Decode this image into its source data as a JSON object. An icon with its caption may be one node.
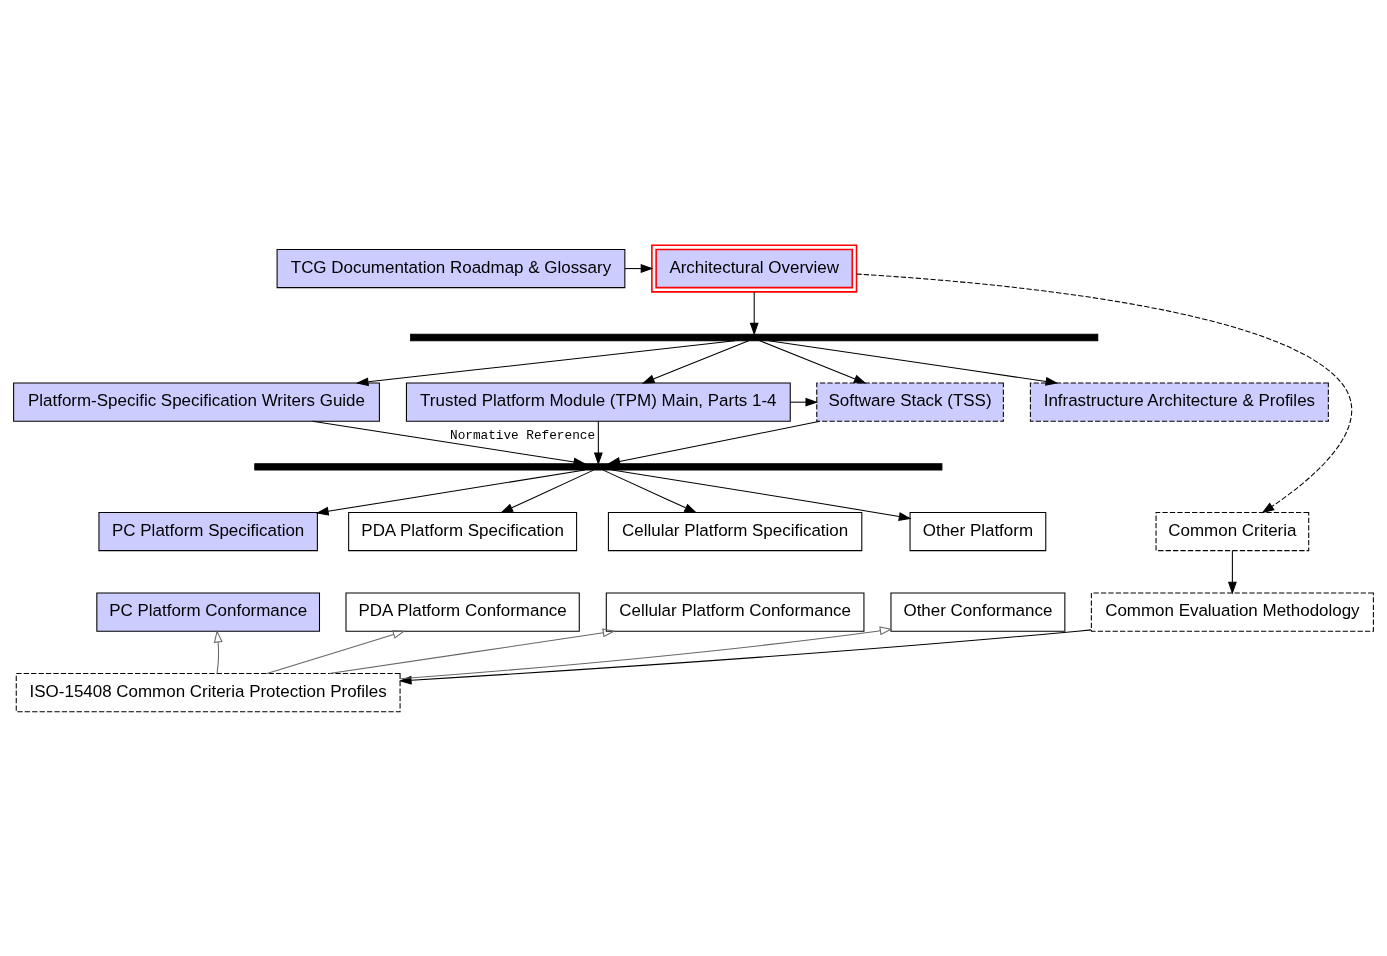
{
  "diagram": {
    "nodes": [
      {
        "text": [
          "TCG Documentation Roadmap & Glossary"
        ]
      },
      {
        "text": [
          "Architectural Overview"
        ]
      },
      {
        "text": [],
        "shape": "bar"
      },
      {
        "text": [
          "Platform-Specific Specification Writers Guide"
        ]
      },
      {
        "text": [
          "Trusted Platform Module (TPM) Main, Parts 1-4"
        ]
      },
      {
        "text": [
          "Software Stack (TSS)"
        ]
      },
      {
        "text": [
          "Infrastructure Architecture & Profiles"
        ]
      },
      {
        "text": [],
        "shape": "bar"
      },
      {
        "text": [
          "PC Platform Specification"
        ]
      },
      {
        "text": [
          "PDA Platform Specification"
        ]
      },
      {
        "text": [
          "Cellular Platform Specification"
        ]
      },
      {
        "text": [
          "Other Platform"
        ]
      },
      {
        "text": [
          "PC Platform Conformance"
        ]
      },
      {
        "text": [
          "PDA Platform Conformance"
        ]
      },
      {
        "text": [
          "Cellular Platform Conformance"
        ]
      },
      {
        "text": [
          "Other Conformance"
        ]
      },
      {
        "text": [
          "Common Criteria"
        ]
      },
      {
        "text": [
          "Common Evaluation Methodology"
        ]
      },
      {
        "text": [
          "ISO-15408 Common Criteria Protection Profiles"
        ]
      }
    ],
    "edges": [
      {
        "from": 0,
        "to": 1,
        "arrow": "to"
      },
      {
        "from": 1,
        "to": 2,
        "arrow": "to"
      },
      {
        "from": 2,
        "to": 3,
        "arrow": "to"
      },
      {
        "from": 2,
        "to": 4,
        "arrow": "to"
      },
      {
        "from": 2,
        "to": 5,
        "arrow": "to"
      },
      {
        "from": 2,
        "to": 6,
        "arrow": "to"
      },
      {
        "from": 4,
        "to": 5,
        "arrow": "to"
      },
      {
        "from": 3,
        "to": 7,
        "arrow": "to"
      },
      {
        "from": 4,
        "to": 7,
        "arrow": "to",
        "label": "Normative Reference"
      },
      {
        "from": 5,
        "to": 7,
        "arrow": "to"
      },
      {
        "from": 7,
        "to": 8,
        "arrow": "to"
      },
      {
        "from": 7,
        "to": 9,
        "arrow": "to"
      },
      {
        "from": 7,
        "to": 10,
        "arrow": "to"
      },
      {
        "from": 7,
        "to": 11,
        "arrow": "to"
      },
      {
        "from": 1,
        "to": 16,
        "arrow": "to",
        "style": "dashed"
      },
      {
        "from": 16,
        "to": 17,
        "arrow": "to"
      },
      {
        "from": 17,
        "to": 18,
        "arrow": "to"
      },
      {
        "from": 18,
        "to": 12,
        "arrow": "to",
        "color": "#666666"
      },
      {
        "from": 18,
        "to": 13,
        "arrow": "to",
        "color": "#666666"
      },
      {
        "from": 18,
        "to": 14,
        "arrow": "to",
        "color": "#666666"
      },
      {
        "from": 18,
        "to": 15,
        "arrow": "to",
        "color": "#666666"
      }
    ]
  }
}
